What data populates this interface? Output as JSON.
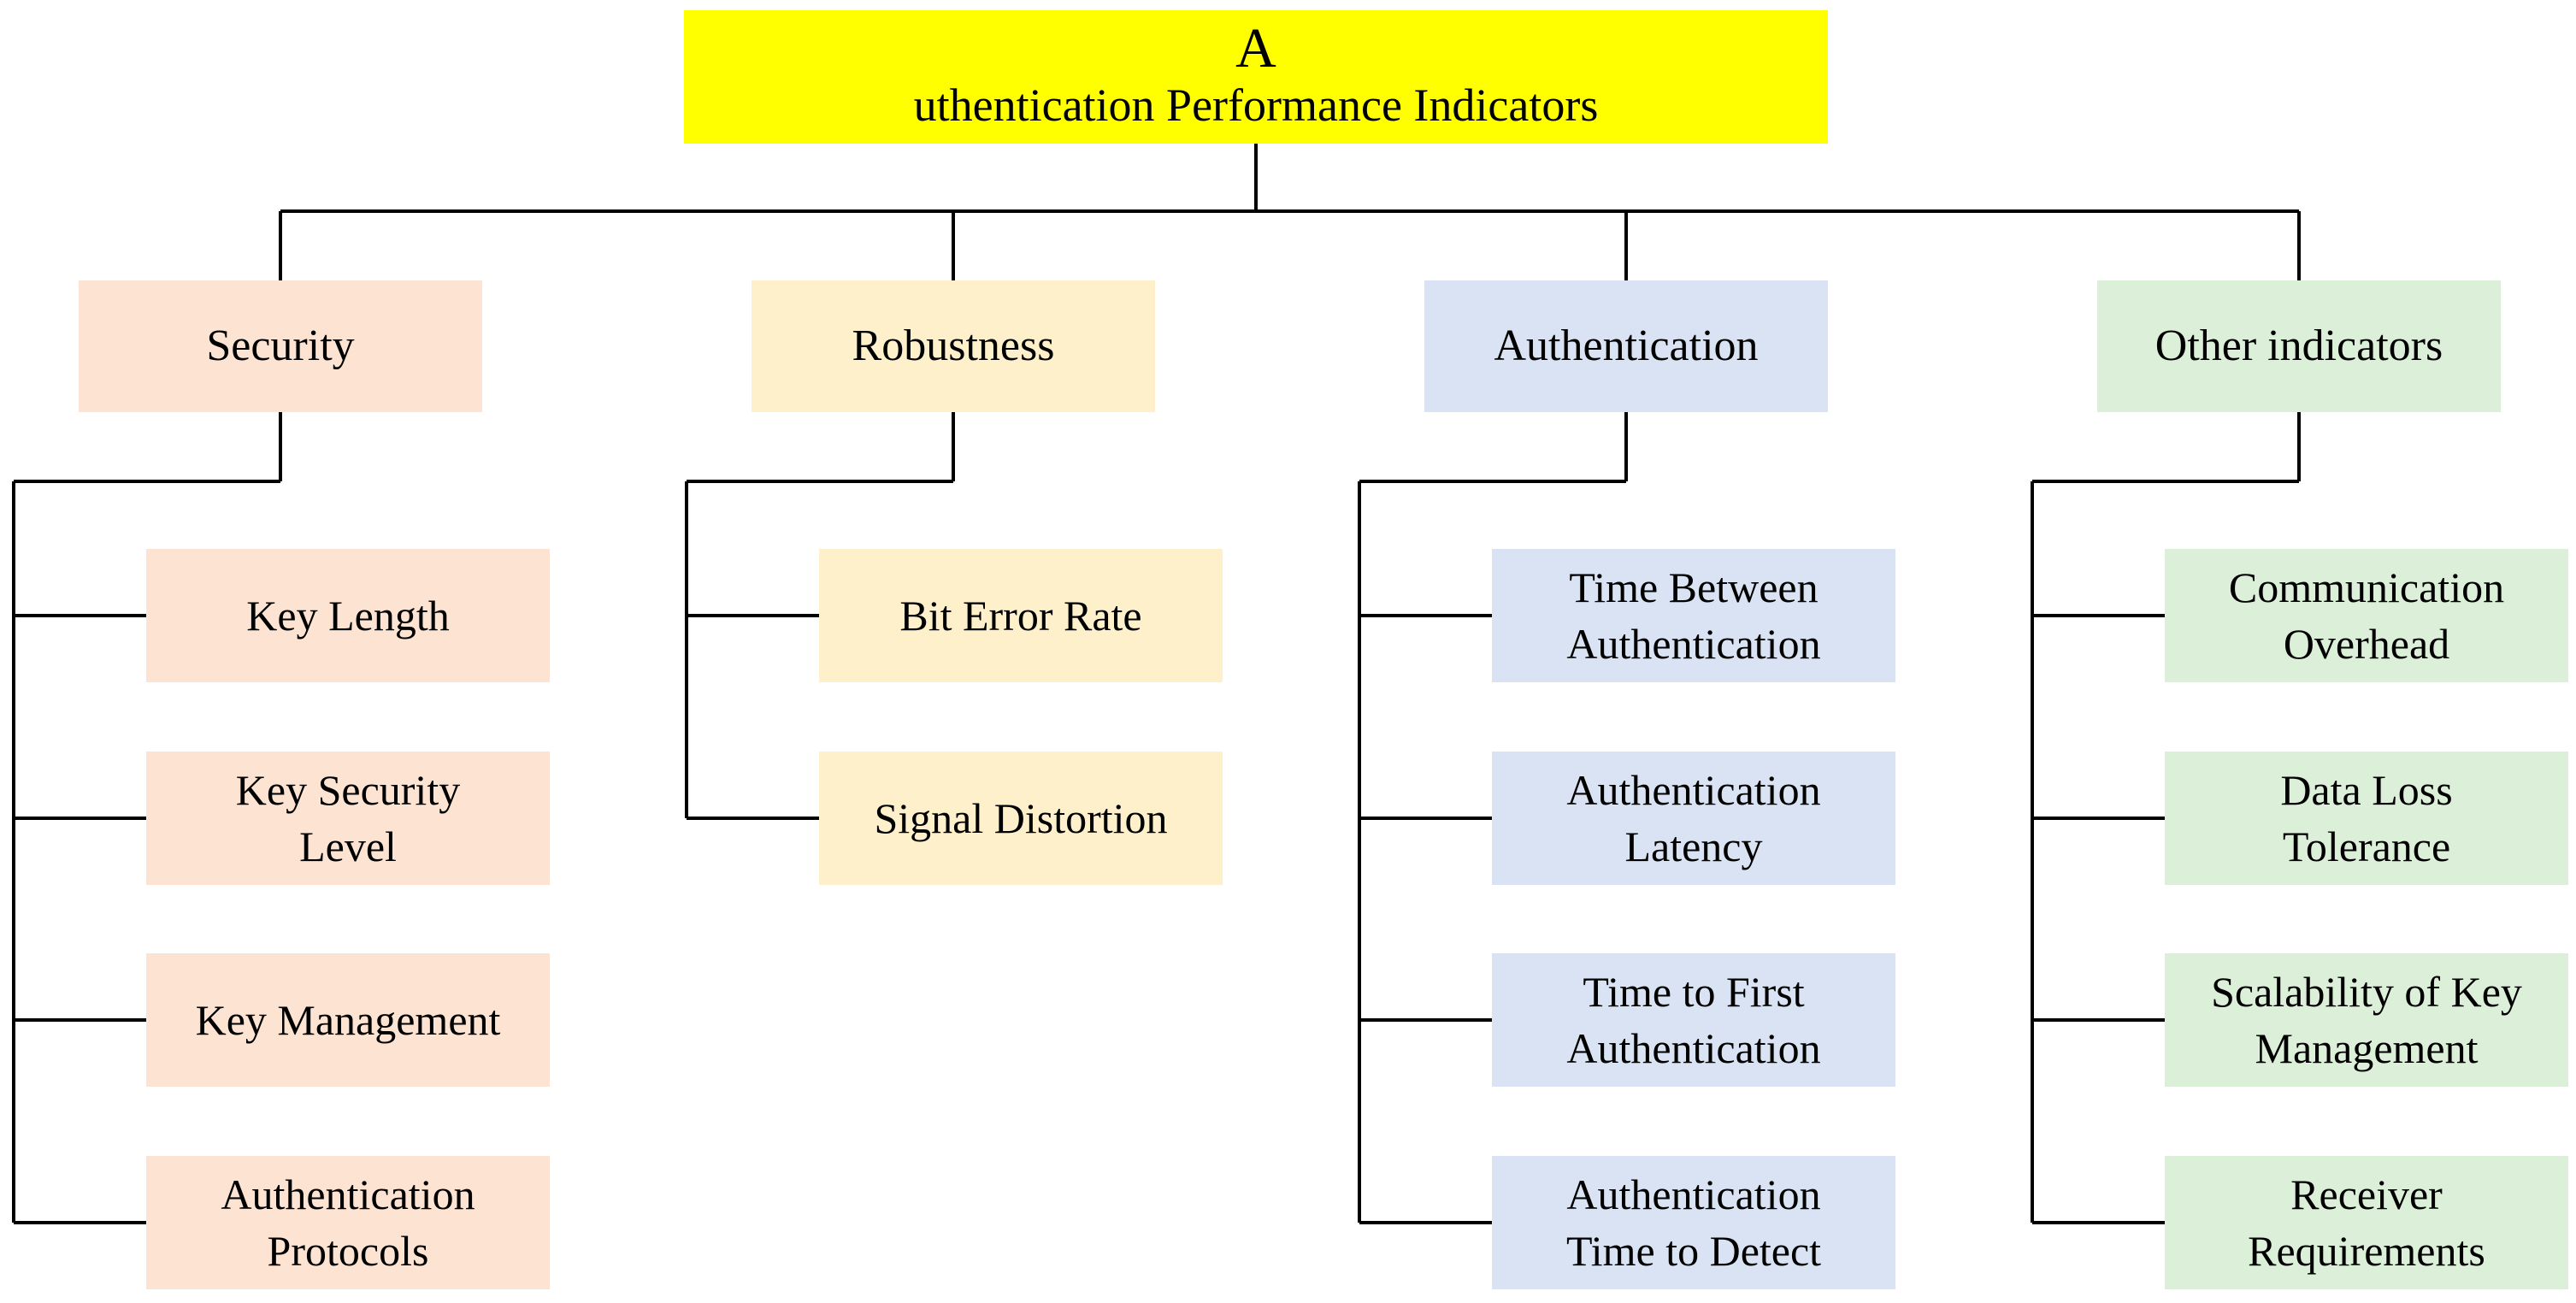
{
  "root": {
    "first_letter": "A",
    "rest": "uthentication Performance Indicators",
    "color": "#ffff00"
  },
  "categories": [
    {
      "label": "Security",
      "color": "#fde3d2",
      "items": [
        "Key Length",
        "Key Security\nLevel",
        "Key Management",
        "Authentication\nProtocols"
      ]
    },
    {
      "label": "Robustness",
      "color": "#fef0cb",
      "items": [
        "Bit Error Rate",
        "Signal Distortion"
      ]
    },
    {
      "label": "Authentication",
      "color": "#d9e3f3",
      "items": [
        "Time Between\nAuthentication",
        "Authentication\nLatency",
        "Time to First\nAuthentication",
        "Authentication\nTime to Detect"
      ]
    },
    {
      "label": "Other indicators",
      "color": "#dcefd8",
      "items": [
        "Communication\nOverhead",
        "Data Loss\nTolerance",
        "Scalability of Key\nManagement",
        "Receiver\nRequirements"
      ]
    }
  ]
}
